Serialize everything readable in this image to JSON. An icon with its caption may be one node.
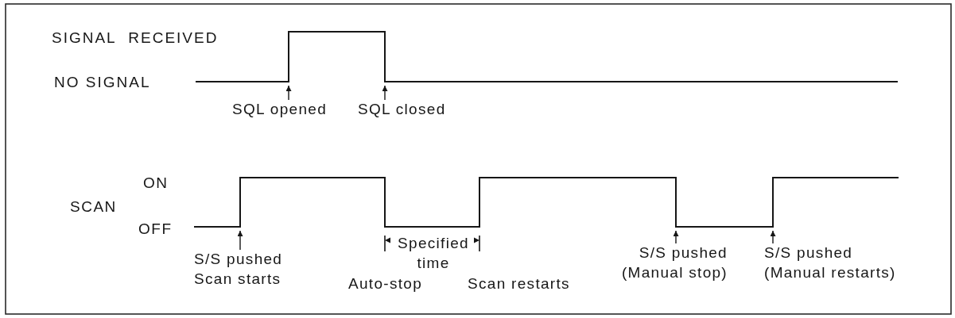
{
  "diagram": {
    "nodes": [
      {
        "text": [],
        "shape": "line"
      },
      {
        "text": [
          "SQL opened"
        ]
      },
      {
        "text": [
          "SQL closed"
        ]
      },
      {
        "text": [],
        "shape": "line"
      },
      {
        "text": [
          "S/S pushed",
          "Scan starts"
        ]
      },
      {
        "text": [
          "S/S pushed",
          "(Manual stop)"
        ]
      },
      {
        "text": [
          "S/S pushed",
          "(Manual restarts)"
        ]
      }
    ],
    "edges": [
      {
        "from": 1,
        "to": 0,
        "arrow": "to"
      },
      {
        "from": 2,
        "to": 0,
        "arrow": "to"
      },
      {
        "from": 4,
        "to": 3,
        "arrow": "to"
      },
      {
        "from": 5,
        "to": 3,
        "arrow": "to"
      },
      {
        "from": 6,
        "to": 3,
        "arrow": "to"
      }
    ],
    "labels": [
      "SIGNAL RECEIVED",
      "NO SIGNAL",
      "ON",
      "SCAN",
      "OFF",
      "Specified time",
      "Auto-stop",
      "Scan restarts"
    ]
  }
}
